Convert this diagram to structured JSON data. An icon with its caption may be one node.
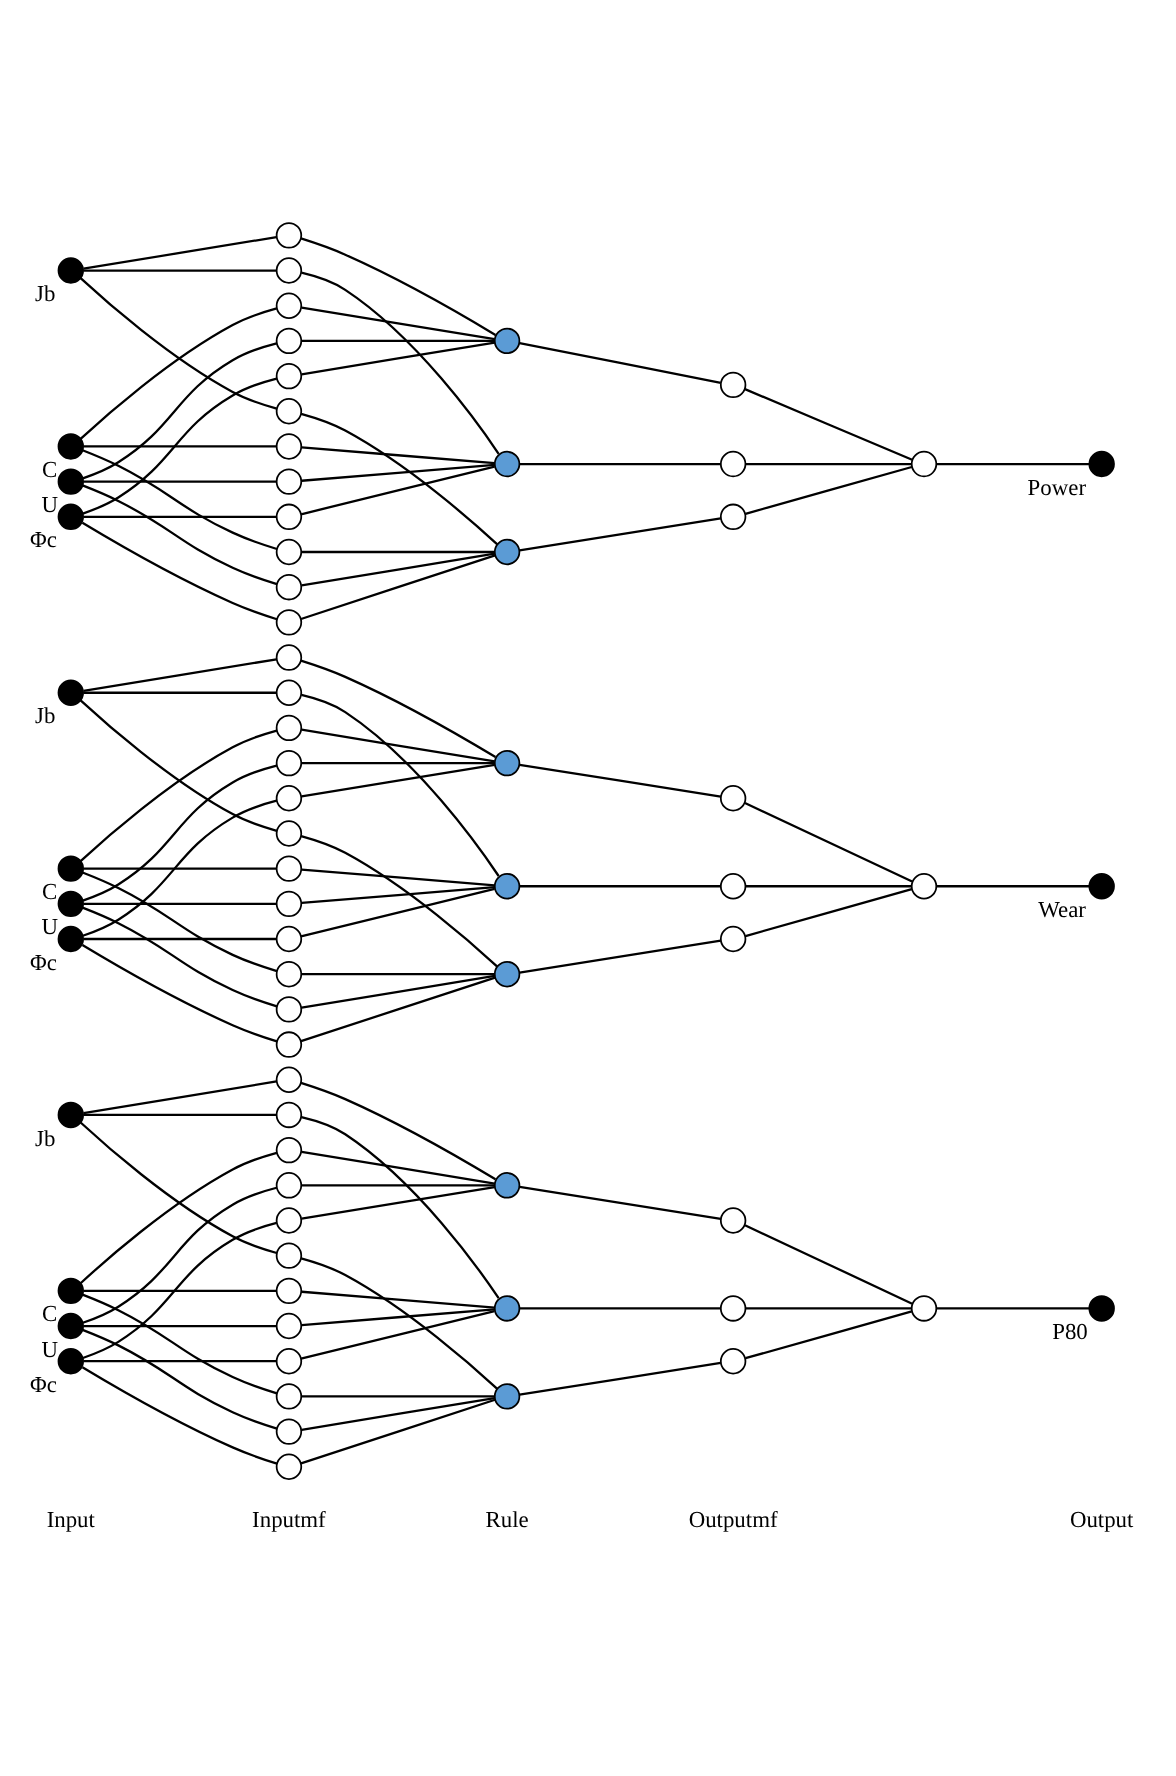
{
  "diagram": {
    "nodes": [
      {
        "text": [],
        "shape": "circle",
        "beside": [
          "Φc"
        ]
      },
      {
        "text": [],
        "shape": "circle",
        "beside": [
          "Jb"
        ]
      },
      {
        "text": [],
        "shape": "circle",
        "beside": [
          "C"
        ]
      },
      {
        "text": [],
        "shape": "circle",
        "beside": [
          "U"
        ]
      },
      {
        "text": [],
        "shape": "circle"
      },
      {
        "text": [],
        "shape": "circle"
      },
      {
        "text": [],
        "shape": "circle"
      },
      {
        "text": [],
        "shape": "circle"
      },
      {
        "text": [],
        "shape": "circle"
      },
      {
        "text": [],
        "shape": "circle"
      },
      {
        "text": [],
        "shape": "circle"
      },
      {
        "text": [],
        "shape": "circle"
      },
      {
        "text": [],
        "shape": "circle"
      },
      {
        "text": [],
        "shape": "circle"
      },
      {
        "text": [],
        "shape": "circle"
      },
      {
        "text": [],
        "shape": "circle"
      },
      {
        "text": [],
        "shape": "circle"
      },
      {
        "text": [],
        "shape": "circle"
      },
      {
        "text": [],
        "shape": "circle"
      },
      {
        "text": [],
        "shape": "circle"
      },
      {
        "text": [],
        "shape": "circle"
      },
      {
        "text": [],
        "shape": "circle"
      },
      {
        "text": [],
        "shape": "circle"
      },
      {
        "text": [],
        "shape": "circle",
        "beside": [
          "P80"
        ]
      },
      {
        "text": [],
        "shape": "circle",
        "beside": [
          "Φc"
        ]
      },
      {
        "text": [],
        "shape": "circle",
        "beside": [
          "Jb"
        ]
      },
      {
        "text": [],
        "shape": "circle",
        "beside": [
          "C"
        ]
      },
      {
        "text": [],
        "shape": "circle",
        "beside": [
          "U"
        ]
      },
      {
        "text": [],
        "shape": "circle"
      },
      {
        "text": [],
        "shape": "circle"
      },
      {
        "text": [],
        "shape": "circle"
      },
      {
        "text": [],
        "shape": "circle"
      },
      {
        "text": [],
        "shape": "circle"
      },
      {
        "text": [],
        "shape": "circle"
      },
      {
        "text": [],
        "shape": "circle"
      },
      {
        "text": [],
        "shape": "circle"
      },
      {
        "text": [],
        "shape": "circle"
      },
      {
        "text": [],
        "shape": "circle"
      },
      {
        "text": [],
        "shape": "circle"
      },
      {
        "text": [],
        "shape": "circle"
      },
      {
        "text": [],
        "shape": "circle"
      },
      {
        "text": [],
        "shape": "circle"
      },
      {
        "text": [],
        "shape": "circle"
      },
      {
        "text": [],
        "shape": "circle"
      },
      {
        "text": [],
        "shape": "circle"
      },
      {
        "text": [],
        "shape": "circle"
      },
      {
        "text": [],
        "shape": "circle"
      },
      {
        "text": [],
        "shape": "circle",
        "beside": [
          "Wear"
        ]
      },
      {
        "text": [],
        "shape": "circle",
        "beside": [
          "Φc"
        ]
      },
      {
        "text": [],
        "shape": "circle",
        "beside": [
          "Jb"
        ]
      },
      {
        "text": [],
        "shape": "circle",
        "beside": [
          "C"
        ]
      },
      {
        "text": [],
        "shape": "circle",
        "beside": [
          "U"
        ]
      },
      {
        "text": [],
        "shape": "circle"
      },
      {
        "text": [],
        "shape": "circle"
      },
      {
        "text": [],
        "shape": "circle"
      },
      {
        "text": [],
        "shape": "circle"
      },
      {
        "text": [],
        "shape": "circle"
      },
      {
        "text": [],
        "shape": "circle"
      },
      {
        "text": [],
        "shape": "circle"
      },
      {
        "text": [],
        "shape": "circle"
      },
      {
        "text": [],
        "shape": "circle"
      },
      {
        "text": [],
        "shape": "circle"
      },
      {
        "text": [],
        "shape": "circle"
      },
      {
        "text": [],
        "shape": "circle"
      },
      {
        "text": [],
        "shape": "circle"
      },
      {
        "text": [],
        "shape": "circle"
      },
      {
        "text": [],
        "shape": "circle"
      },
      {
        "text": [],
        "shape": "circle"
      },
      {
        "text": [],
        "shape": "circle"
      },
      {
        "text": [],
        "shape": "circle"
      },
      {
        "text": [],
        "shape": "circle"
      },
      {
        "text": [],
        "shape": "circle",
        "beside": [
          "Power"
        ]
      }
    ],
    "edges": [
      {
        "from": 0,
        "to": 4,
        "arrow": "none"
      },
      {
        "from": 0,
        "to": 5,
        "arrow": "none"
      },
      {
        "from": 0,
        "to": 6,
        "arrow": "none"
      },
      {
        "from": 1,
        "to": 7,
        "arrow": "none"
      },
      {
        "from": 1,
        "to": 8,
        "arrow": "none"
      },
      {
        "from": 1,
        "to": 9,
        "arrow": "none"
      },
      {
        "from": 2,
        "to": 10,
        "arrow": "none"
      },
      {
        "from": 2,
        "to": 11,
        "arrow": "none"
      },
      {
        "from": 2,
        "to": 12,
        "arrow": "none"
      },
      {
        "from": 3,
        "to": 13,
        "arrow": "none"
      },
      {
        "from": 3,
        "to": 14,
        "arrow": "none"
      },
      {
        "from": 3,
        "to": 15,
        "arrow": "none"
      },
      {
        "from": 4,
        "to": 16,
        "arrow": "none"
      },
      {
        "from": 5,
        "to": 17,
        "arrow": "none"
      },
      {
        "from": 6,
        "to": 18,
        "arrow": "none"
      },
      {
        "from": 7,
        "to": 16,
        "arrow": "none"
      },
      {
        "from": 8,
        "to": 17,
        "arrow": "none"
      },
      {
        "from": 9,
        "to": 18,
        "arrow": "none"
      },
      {
        "from": 10,
        "to": 16,
        "arrow": "none"
      },
      {
        "from": 11,
        "to": 17,
        "arrow": "none"
      },
      {
        "from": 12,
        "to": 18,
        "arrow": "none"
      },
      {
        "from": 13,
        "to": 16,
        "arrow": "none"
      },
      {
        "from": 14,
        "to": 17,
        "arrow": "none"
      },
      {
        "from": 15,
        "to": 18,
        "arrow": "none"
      },
      {
        "from": 16,
        "to": 19,
        "arrow": "none"
      },
      {
        "from": 17,
        "to": 20,
        "arrow": "none"
      },
      {
        "from": 18,
        "to": 21,
        "arrow": "none"
      },
      {
        "from": 19,
        "to": 22,
        "arrow": "none"
      },
      {
        "from": 20,
        "to": 22,
        "arrow": "none"
      },
      {
        "from": 21,
        "to": 22,
        "arrow": "none"
      },
      {
        "from": 22,
        "to": 23,
        "arrow": "none"
      },
      {
        "from": 24,
        "to": 28,
        "arrow": "none"
      },
      {
        "from": 24,
        "to": 29,
        "arrow": "none"
      },
      {
        "from": 24,
        "to": 30,
        "arrow": "none"
      },
      {
        "from": 25,
        "to": 31,
        "arrow": "none"
      },
      {
        "from": 25,
        "to": 32,
        "arrow": "none"
      },
      {
        "from": 25,
        "to": 33,
        "arrow": "none"
      },
      {
        "from": 26,
        "to": 34,
        "arrow": "none"
      },
      {
        "from": 26,
        "to": 35,
        "arrow": "none"
      },
      {
        "from": 26,
        "to": 36,
        "arrow": "none"
      },
      {
        "from": 27,
        "to": 37,
        "arrow": "none"
      },
      {
        "from": 27,
        "to": 38,
        "arrow": "none"
      },
      {
        "from": 27,
        "to": 39,
        "arrow": "none"
      },
      {
        "from": 28,
        "to": 40,
        "arrow": "none"
      },
      {
        "from": 29,
        "to": 41,
        "arrow": "none"
      },
      {
        "from": 30,
        "to": 42,
        "arrow": "none"
      },
      {
        "from": 31,
        "to": 40,
        "arrow": "none"
      },
      {
        "from": 32,
        "to": 41,
        "arrow": "none"
      },
      {
        "from": 33,
        "to": 42,
        "arrow": "none"
      },
      {
        "from": 34,
        "to": 40,
        "arrow": "none"
      },
      {
        "from": 35,
        "to": 41,
        "arrow": "none"
      },
      {
        "from": 36,
        "to": 42,
        "arrow": "none"
      },
      {
        "from": 37,
        "to": 40,
        "arrow": "none"
      },
      {
        "from": 38,
        "to": 41,
        "arrow": "none"
      },
      {
        "from": 39,
        "to": 42,
        "arrow": "none"
      },
      {
        "from": 40,
        "to": 43,
        "arrow": "none"
      },
      {
        "from": 41,
        "to": 44,
        "arrow": "none"
      },
      {
        "from": 42,
        "to": 45,
        "arrow": "none"
      },
      {
        "from": 43,
        "to": 46,
        "arrow": "none"
      },
      {
        "from": 44,
        "to": 46,
        "arrow": "none"
      },
      {
        "from": 45,
        "to": 46,
        "arrow": "none"
      },
      {
        "from": 46,
        "to": 47,
        "arrow": "none"
      },
      {
        "from": 48,
        "to": 52,
        "arrow": "none"
      },
      {
        "from": 48,
        "to": 53,
        "arrow": "none"
      },
      {
        "from": 48,
        "to": 54,
        "arrow": "none"
      },
      {
        "from": 49,
        "to": 55,
        "arrow": "none"
      },
      {
        "from": 49,
        "to": 56,
        "arrow": "none"
      },
      {
        "from": 49,
        "to": 57,
        "arrow": "none"
      },
      {
        "from": 50,
        "to": 58,
        "arrow": "none"
      },
      {
        "from": 50,
        "to": 59,
        "arrow": "none"
      },
      {
        "from": 50,
        "to": 60,
        "arrow": "none"
      },
      {
        "from": 51,
        "to": 61,
        "arrow": "none"
      },
      {
        "from": 51,
        "to": 62,
        "arrow": "none"
      },
      {
        "from": 51,
        "to": 63,
        "arrow": "none"
      },
      {
        "from": 52,
        "to": 64,
        "arrow": "none"
      },
      {
        "from": 53,
        "to": 65,
        "arrow": "none"
      },
      {
        "from": 54,
        "to": 66,
        "arrow": "none"
      },
      {
        "from": 55,
        "to": 64,
        "arrow": "none"
      },
      {
        "from": 56,
        "to": 65,
        "arrow": "none"
      },
      {
        "from": 57,
        "to": 66,
        "arrow": "none"
      },
      {
        "from": 58,
        "to": 64,
        "arrow": "none"
      },
      {
        "from": 59,
        "to": 65,
        "arrow": "none"
      },
      {
        "from": 60,
        "to": 66,
        "arrow": "none"
      },
      {
        "from": 61,
        "to": 64,
        "arrow": "none"
      },
      {
        "from": 62,
        "to": 65,
        "arrow": "none"
      },
      {
        "from": 63,
        "to": 66,
        "arrow": "none"
      },
      {
        "from": 64,
        "to": 67,
        "arrow": "none"
      },
      {
        "from": 65,
        "to": 68,
        "arrow": "none"
      },
      {
        "from": 66,
        "to": 69,
        "arrow": "none"
      },
      {
        "from": 67,
        "to": 70,
        "arrow": "none"
      },
      {
        "from": 68,
        "to": 70,
        "arrow": "none"
      },
      {
        "from": 69,
        "to": 70,
        "arrow": "none"
      },
      {
        "from": 70,
        "to": 71,
        "arrow": "none"
      }
    ],
    "labels": [
      "Input",
      "Inputmf",
      "Rule",
      "Outputmf",
      "Output"
    ]
  }
}
